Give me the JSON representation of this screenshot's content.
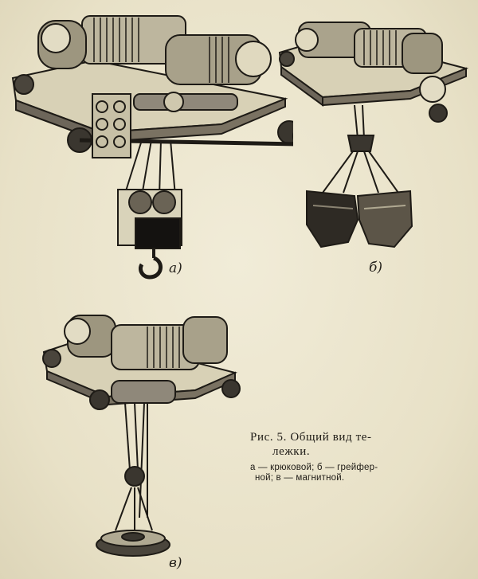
{
  "figure": {
    "subfigures": [
      {
        "label": "а)",
        "illustration": "crane-trolley-hook"
      },
      {
        "label": "б)",
        "illustration": "crane-trolley-grab"
      },
      {
        "label": "в)",
        "illustration": "crane-trolley-magnet"
      }
    ],
    "caption": {
      "title_line1": "Рис. 5. Общий вид те-",
      "title_line2": "лежки.",
      "parts_line1": "а — крюковой;  б — грейфер-",
      "parts_line2": "ной;  в — магнитной."
    }
  },
  "colors": {
    "paper": "#ece6cf",
    "ink": "#1e1b16"
  }
}
